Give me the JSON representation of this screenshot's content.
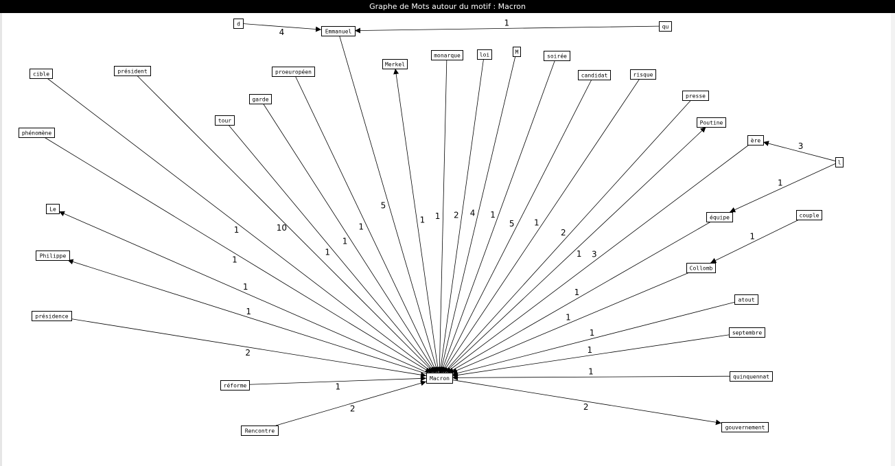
{
  "window": {
    "title": "Graphe de Mots autour du motif : Macron"
  },
  "graph": {
    "center": "Macron",
    "nodes": [
      {
        "id": "Macron",
        "label": "Macron"
      },
      {
        "id": "d",
        "label": "d"
      },
      {
        "id": "Emmanuel",
        "label": "Emmanuel"
      },
      {
        "id": "qu",
        "label": "qu"
      },
      {
        "id": "cible",
        "label": "cible"
      },
      {
        "id": "president",
        "label": "président"
      },
      {
        "id": "proeuropeen",
        "label": "proeuropéen"
      },
      {
        "id": "Merkel",
        "label": "Merkel"
      },
      {
        "id": "monarque",
        "label": "monarque"
      },
      {
        "id": "loi",
        "label": "loi"
      },
      {
        "id": "M",
        "label": "M"
      },
      {
        "id": "soiree",
        "label": "soirée"
      },
      {
        "id": "candidat",
        "label": "candidat"
      },
      {
        "id": "risque",
        "label": "risque"
      },
      {
        "id": "presse",
        "label": "presse"
      },
      {
        "id": "garde",
        "label": "garde"
      },
      {
        "id": "tour",
        "label": "tour"
      },
      {
        "id": "Poutine",
        "label": "Poutine"
      },
      {
        "id": "phenomene",
        "label": "phénomène"
      },
      {
        "id": "ere",
        "label": "ère"
      },
      {
        "id": "l",
        "label": "l"
      },
      {
        "id": "Le",
        "label": "Le"
      },
      {
        "id": "equipe",
        "label": "équipe"
      },
      {
        "id": "couple",
        "label": "couple"
      },
      {
        "id": "Philippe",
        "label": "Philippe"
      },
      {
        "id": "Collomb",
        "label": "Collomb"
      },
      {
        "id": "atout",
        "label": "atout"
      },
      {
        "id": "presidence",
        "label": "présidence"
      },
      {
        "id": "septembre",
        "label": "septembre"
      },
      {
        "id": "quinquennat",
        "label": "quinquennat"
      },
      {
        "id": "reforme",
        "label": "réforme"
      },
      {
        "id": "Rencontre",
        "label": "Rencontre"
      },
      {
        "id": "gouvernement",
        "label": "gouvernement"
      }
    ],
    "edges": [
      {
        "from": "d",
        "to": "Emmanuel",
        "weight": "4"
      },
      {
        "from": "qu",
        "to": "Emmanuel",
        "weight": "1"
      },
      {
        "from": "Emmanuel",
        "to": "Macron",
        "weight": "5"
      },
      {
        "from": "cible",
        "to": "Macron",
        "weight": "1"
      },
      {
        "from": "president",
        "to": "Macron",
        "weight": "10"
      },
      {
        "from": "proeuropeen",
        "to": "Macron",
        "weight": "1"
      },
      {
        "from": "Macron",
        "to": "Merkel",
        "weight": "1"
      },
      {
        "from": "monarque",
        "to": "Macron",
        "weight": "1"
      },
      {
        "from": "loi",
        "to": "Macron",
        "weight": "2"
      },
      {
        "from": "M",
        "to": "Macron",
        "weight": "4"
      },
      {
        "from": "soiree",
        "to": "Macron",
        "weight": "1"
      },
      {
        "from": "candidat",
        "to": "Macron",
        "weight": "5"
      },
      {
        "from": "risque",
        "to": "Macron",
        "weight": "1"
      },
      {
        "from": "presse",
        "to": "Macron",
        "weight": "2"
      },
      {
        "from": "garde",
        "to": "Macron",
        "weight": "1"
      },
      {
        "from": "tour",
        "to": "Macron",
        "weight": "1"
      },
      {
        "from": "Macron",
        "to": "Poutine",
        "weight": "1"
      },
      {
        "from": "phenomene",
        "to": "Macron",
        "weight": "1"
      },
      {
        "from": "ere",
        "to": "Macron",
        "weight": "3"
      },
      {
        "from": "l",
        "to": "ere",
        "weight": "3"
      },
      {
        "from": "l",
        "to": "equipe",
        "weight": "1"
      },
      {
        "from": "Macron",
        "to": "Le",
        "weight": "1"
      },
      {
        "from": "equipe",
        "to": "Macron",
        "weight": "1"
      },
      {
        "from": "couple",
        "to": "Collomb",
        "weight": "1"
      },
      {
        "from": "Macron",
        "to": "Philippe",
        "weight": "1"
      },
      {
        "from": "Collomb",
        "to": "Macron",
        "weight": "1"
      },
      {
        "from": "atout",
        "to": "Macron",
        "weight": "1"
      },
      {
        "from": "presidence",
        "to": "Macron",
        "weight": "2"
      },
      {
        "from": "septembre",
        "to": "Macron",
        "weight": "1"
      },
      {
        "from": "quinquennat",
        "to": "Macron",
        "weight": "1"
      },
      {
        "from": "reforme",
        "to": "Macron",
        "weight": "1"
      },
      {
        "from": "Rencontre",
        "to": "Macron",
        "weight": "2"
      },
      {
        "from": "Macron",
        "to": "gouvernement",
        "weight": "2"
      }
    ]
  },
  "colors": {
    "background": "#ffffff",
    "titlebar": "#000000",
    "titletext": "#ffffff",
    "stroke": "#000000"
  }
}
